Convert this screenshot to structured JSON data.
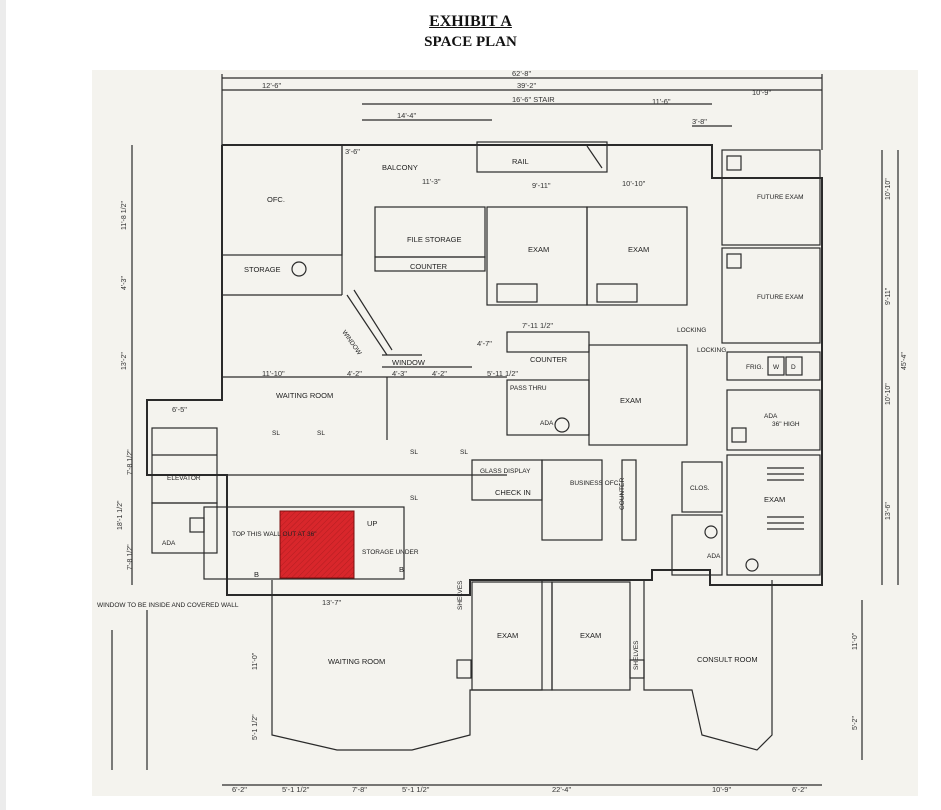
{
  "header": {
    "title": "EXHIBIT A",
    "subtitle": "SPACE PLAN"
  },
  "rooms": {
    "ofc": "OFC.",
    "storage": "STORAGE",
    "balcony": "BALCONY",
    "rail": "RAIL",
    "file_storage": "FILE STORAGE",
    "counter_top": "COUNTER",
    "exam_1": "EXAM",
    "exam_2": "EXAM",
    "future_exam_1": "FUTURE EXAM",
    "future_exam_2": "FUTURE EXAM",
    "window_1": "WINDOW",
    "window_2": "WINDOW",
    "counter_mid": "COUNTER",
    "exam_3": "EXAM",
    "waiting_room_top": "WAITING ROOM",
    "pass_thru": "PASS THRU",
    "ada_mid": "ADA",
    "locking_1": "LOCKING",
    "locking_2": "LOCKING",
    "frig": "FRIG.",
    "w": "W",
    "d": "D",
    "ada_right": "ADA",
    "high_note": "36\" HIGH",
    "elevator": "ELEVATOR",
    "ada_left": "ADA",
    "glass_display": "GLASS DISPLAY",
    "check_in": "CHECK IN",
    "business_ofc": "BUSINESS OFC.",
    "counter_vert": "COUNTER",
    "clos": "CLOS.",
    "exam_right": "EXAM",
    "ada_small": "ADA",
    "top_wall_note": "TOP THIS WALL OUT AT 36\"",
    "up": "UP",
    "storage_under": "STORAGE UNDER",
    "window_note": "WINDOW TO BE INSIDE AND COVERED WALL",
    "waiting_room_bottom": "WAITING ROOM",
    "exam_b1": "EXAM",
    "exam_b2": "EXAM",
    "consult_room": "CONSULT ROOM",
    "shelves_1": "SHELVES",
    "shelves_2": "SHELVES",
    "sl_1": "SL",
    "sl_2": "SL",
    "sl_3": "SL",
    "sl_4": "SL",
    "sl_5": "SL",
    "b_1": "B",
    "b_2": "B"
  },
  "dimensions": {
    "overall": "62'-8\"",
    "d12_6": "12'-6\"",
    "d39_2": "39'-2\"",
    "d10_9_top": "10'-9\"",
    "stair": "16'-6\" STAIR",
    "d11_6": "11'-6\"",
    "d14_4": "14'-4\"",
    "d3_8": "3'-8\"",
    "d3_6": "3'-6\"",
    "d11_3": "11'-3\"",
    "d9_11": "9'-11\"",
    "d10_10": "10'-10\"",
    "d7_11_half": "7'-11 1/2\"",
    "d4_7": "4'-7\"",
    "d11_10": "11'-10\"",
    "d4_2a": "4'-2\"",
    "d4_3": "4'-3\"",
    "d4_2b": "4'-2\"",
    "d6_5": "6'-5\"",
    "d5_11_half": "5'-11 1/2\"",
    "d13_7": "13'-7\"",
    "bot_6_2a": "6'-2\"",
    "bot_5_1_half_a": "5'-1 1/2\"",
    "bot_7_8": "7'-8\"",
    "bot_5_1_half_b": "5'-1 1/2\"",
    "bot_22_4": "22'-4\"",
    "bot_10_9": "10'-9\"",
    "bot_6_2b": "6'-2\"",
    "left_11_8_half": "11'-8 1/2\"",
    "left_4_3": "4'-3\"",
    "left_13_2": "13'-2\"",
    "left_7_8_half_a": "7'-8 1/2\"",
    "left_18_1_half": "18'-1 1/2\"",
    "left_7_8_half_b": "7'-8 1/2\"",
    "left_11_0": "11'-0\"",
    "left_5_1_half": "5'-1 1/2\"",
    "right_10_10a": "10'-10\"",
    "right_9_11": "9'-11\"",
    "right_45_4": "45'-4\"",
    "right_10_10b": "10'-10\"",
    "right_13_6": "13'-6\"",
    "right_11_0": "11'-0\"",
    "right_5_2": "5'-2\""
  },
  "colors": {
    "stair_fill": "#d8262b",
    "line": "#2a2a2a",
    "paper": "#f4f3ee"
  }
}
